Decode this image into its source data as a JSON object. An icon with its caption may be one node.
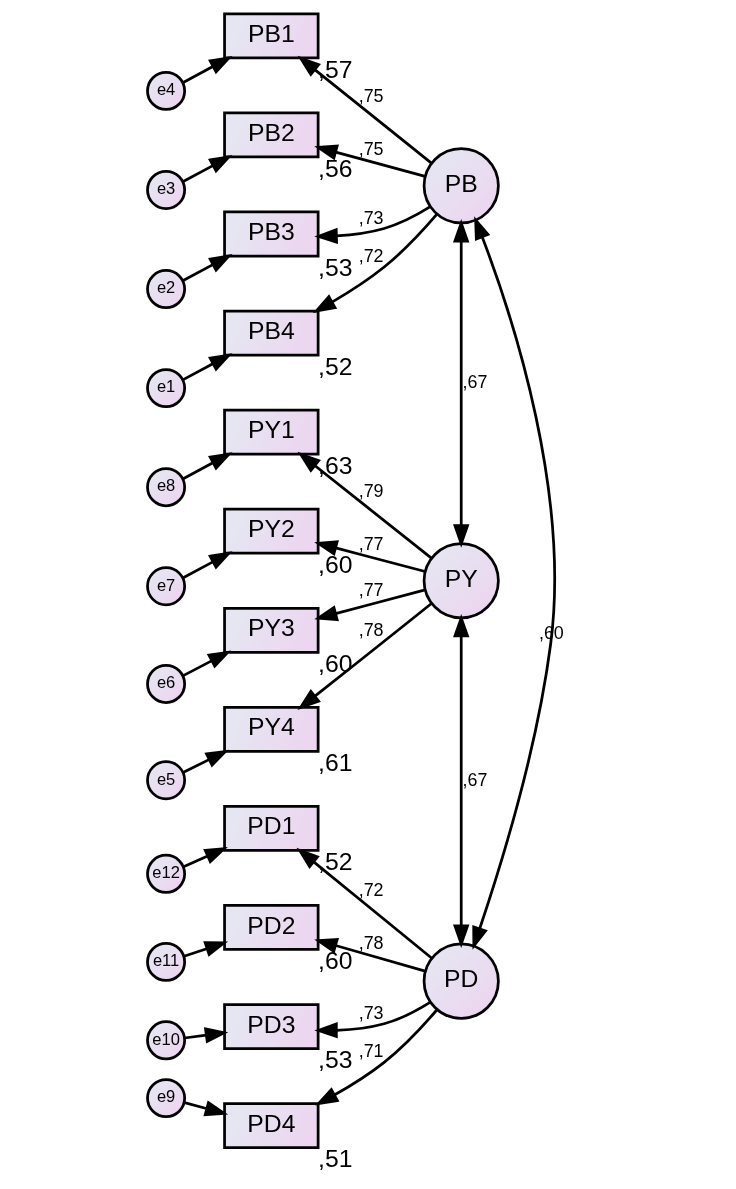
{
  "diagram": {
    "nodes": [
      {
        "text": [
          "e4"
        ]
      },
      {
        "text": [
          "PB1"
        ],
        "beside": [
          ",57"
        ]
      },
      {
        "text": [
          "e3"
        ]
      },
      {
        "text": [
          "PB2"
        ],
        "beside": [
          ",56"
        ]
      },
      {
        "text": [
          "e2"
        ]
      },
      {
        "text": [
          "PB3"
        ],
        "beside": [
          ",53"
        ]
      },
      {
        "text": [
          "e1"
        ]
      },
      {
        "text": [
          "PB4"
        ],
        "beside": [
          ",52"
        ]
      },
      {
        "text": [
          "e8"
        ]
      },
      {
        "text": [
          "PY1"
        ],
        "beside": [
          ",63"
        ]
      },
      {
        "text": [
          "e7"
        ]
      },
      {
        "text": [
          "PY2"
        ],
        "beside": [
          ",60"
        ]
      },
      {
        "text": [
          "e6"
        ]
      },
      {
        "text": [
          "PY3"
        ],
        "beside": [
          ",60"
        ]
      },
      {
        "text": [
          "e5"
        ]
      },
      {
        "text": [
          "PY4"
        ],
        "beside": [
          ",61"
        ]
      },
      {
        "text": [
          "e12"
        ]
      },
      {
        "text": [
          "PD1"
        ],
        "beside": [
          ",52"
        ]
      },
      {
        "text": [
          "e11"
        ]
      },
      {
        "text": [
          "PD2"
        ],
        "beside": [
          ",60"
        ]
      },
      {
        "text": [
          "e10"
        ]
      },
      {
        "text": [
          "PD3"
        ],
        "beside": [
          ",53"
        ]
      },
      {
        "text": [
          "e9"
        ]
      },
      {
        "text": [
          "PD4"
        ],
        "beside": [
          ",51"
        ]
      },
      {
        "text": [
          "PB"
        ]
      },
      {
        "text": [
          "PY"
        ]
      },
      {
        "text": [
          "PD"
        ]
      }
    ],
    "edges": [
      {
        "from": 0,
        "to": 1,
        "arrow": "to"
      },
      {
        "from": 2,
        "to": 3,
        "arrow": "to"
      },
      {
        "from": 4,
        "to": 5,
        "arrow": "to"
      },
      {
        "from": 6,
        "to": 7,
        "arrow": "to"
      },
      {
        "from": 8,
        "to": 9,
        "arrow": "to"
      },
      {
        "from": 10,
        "to": 11,
        "arrow": "to"
      },
      {
        "from": 12,
        "to": 13,
        "arrow": "to"
      },
      {
        "from": 14,
        "to": 15,
        "arrow": "to"
      },
      {
        "from": 16,
        "to": 17,
        "arrow": "to"
      },
      {
        "from": 18,
        "to": 19,
        "arrow": "to"
      },
      {
        "from": 20,
        "to": 21,
        "arrow": "to"
      },
      {
        "from": 22,
        "to": 23,
        "arrow": "to"
      },
      {
        "from": 24,
        "to": 1,
        "arrow": "to",
        "label": ",75"
      },
      {
        "from": 24,
        "to": 3,
        "arrow": "to",
        "label": ",75"
      },
      {
        "from": 24,
        "to": 5,
        "arrow": "to",
        "label": ",73"
      },
      {
        "from": 24,
        "to": 7,
        "arrow": "to",
        "label": ",72"
      },
      {
        "from": 25,
        "to": 9,
        "arrow": "to",
        "label": ",79"
      },
      {
        "from": 25,
        "to": 11,
        "arrow": "to",
        "label": ",77"
      },
      {
        "from": 25,
        "to": 13,
        "arrow": "to",
        "label": ",77"
      },
      {
        "from": 25,
        "to": 15,
        "arrow": "to",
        "label": ",78"
      },
      {
        "from": 26,
        "to": 17,
        "arrow": "to",
        "label": ",72"
      },
      {
        "from": 26,
        "to": 19,
        "arrow": "to",
        "label": ",78"
      },
      {
        "from": 26,
        "to": 21,
        "arrow": "to",
        "label": ",73"
      },
      {
        "from": 26,
        "to": 23,
        "arrow": "to",
        "label": ",71"
      },
      {
        "from": 24,
        "to": 25,
        "arrow": "both",
        "label": ",67"
      },
      {
        "from": 25,
        "to": 26,
        "arrow": "both",
        "label": ",67"
      },
      {
        "from": 24,
        "to": 26,
        "arrow": "both",
        "label": ",60"
      }
    ]
  }
}
